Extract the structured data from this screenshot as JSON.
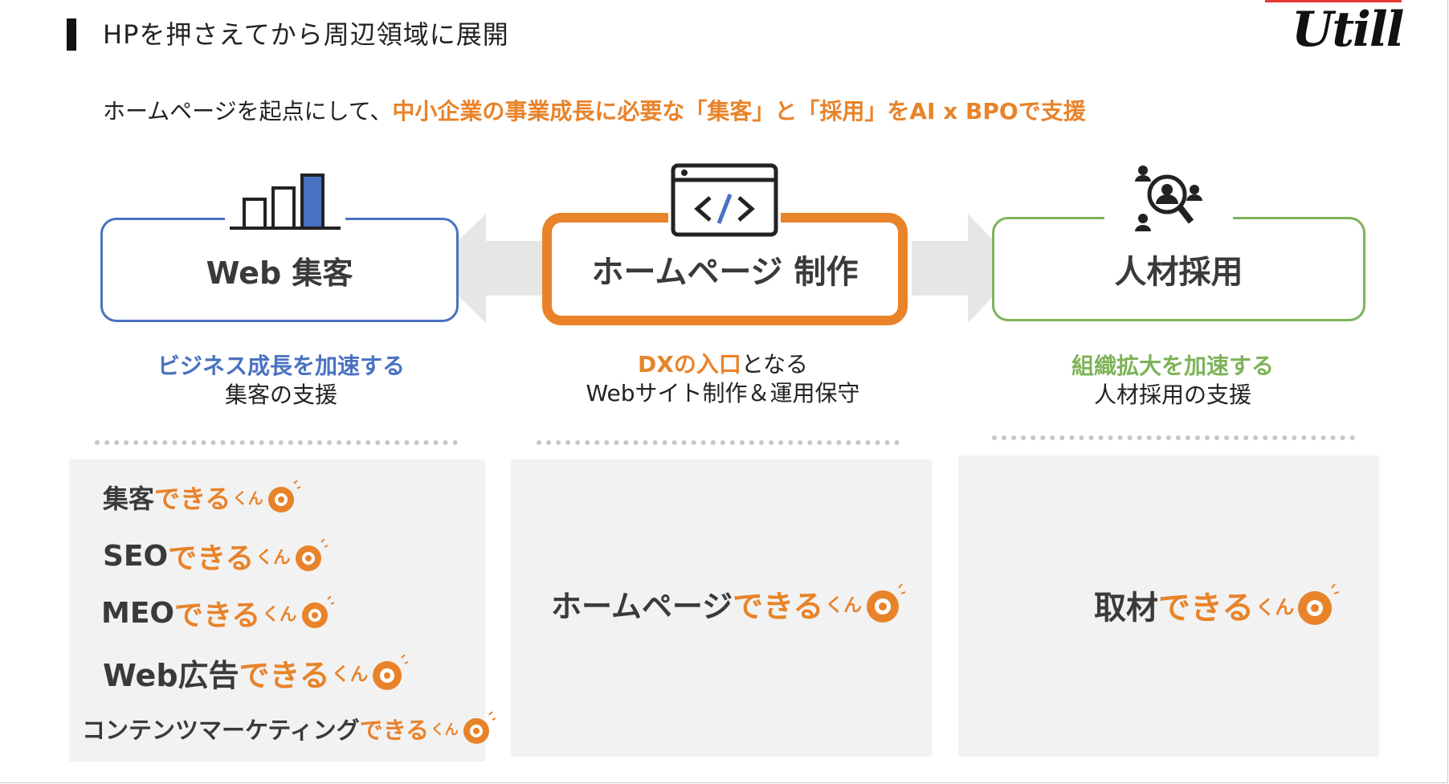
{
  "slide": {
    "title": "HPを押さえてから周辺領域に展開",
    "logo": "Utill",
    "subtitle_lead": "ホームページを起点にして、",
    "subtitle_highlight": "中小企業の事業成長に必要な「集客」と「採用」をAI x BPOで支援"
  },
  "colors": {
    "blue": "#4a72c0",
    "orange": "#e8832a",
    "green": "#7db358",
    "panel": "#f2f2f2"
  },
  "columns": {
    "web": {
      "icon": "bar-chart-icon",
      "label": "Web 集客",
      "caption_lead": "ビジネス成長を加速する",
      "caption_rest": "集客の支援"
    },
    "hp": {
      "icon": "code-window-icon",
      "label": "ホームページ 制作",
      "caption_lead": "DXの入口",
      "caption_mid": "となる",
      "caption_rest": "Webサイト制作＆運用保守"
    },
    "hr": {
      "icon": "people-search-icon",
      "label": "人材採用",
      "caption_lead": "組織拡大を加速する",
      "caption_rest": "人材採用の支援"
    }
  },
  "products": {
    "suffix": "できる",
    "kun": "くん",
    "web": [
      {
        "prefix": "集客"
      },
      {
        "prefix": "SEO"
      },
      {
        "prefix": "MEO"
      },
      {
        "prefix": "Web広告"
      },
      {
        "prefix": "コンテンツマーケティング"
      }
    ],
    "hp": [
      {
        "prefix": "ホームページ"
      }
    ],
    "hr": [
      {
        "prefix": "取材 "
      }
    ]
  }
}
